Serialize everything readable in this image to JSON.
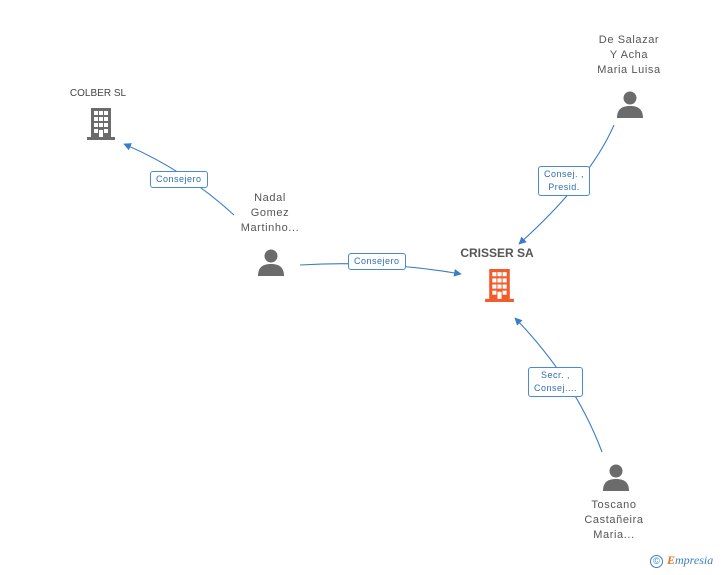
{
  "nodes": {
    "crisser": {
      "name": "CRISSER SA",
      "type": "company",
      "color": "#f25c2a"
    },
    "colber": {
      "name": "COLBER SL",
      "type": "company",
      "color": "#666666"
    },
    "nadal": {
      "lines": [
        "Nadal",
        "Gomez",
        "Martinho..."
      ],
      "type": "person"
    },
    "salazar": {
      "lines": [
        "De Salazar",
        "Y Acha",
        "Maria Luisa"
      ],
      "type": "person"
    },
    "toscano": {
      "lines": [
        "Toscano",
        "Castañeira",
        "Maria..."
      ],
      "type": "person"
    }
  },
  "edges": {
    "nadal_colber": {
      "lines": [
        "Consejero"
      ]
    },
    "nadal_crisser": {
      "lines": [
        "Consejero"
      ]
    },
    "salazar_crisser": {
      "lines": [
        "Consej. ,",
        "Presid."
      ]
    },
    "toscano_crisser": {
      "lines": [
        "Secr. ,",
        "Consej...."
      ]
    }
  },
  "colors": {
    "edge": "#3a7cc6",
    "person": "#6b6b6b"
  },
  "footer": {
    "copyright_symbol": "©",
    "brand_initial": "E",
    "brand_rest": "mpresia"
  }
}
